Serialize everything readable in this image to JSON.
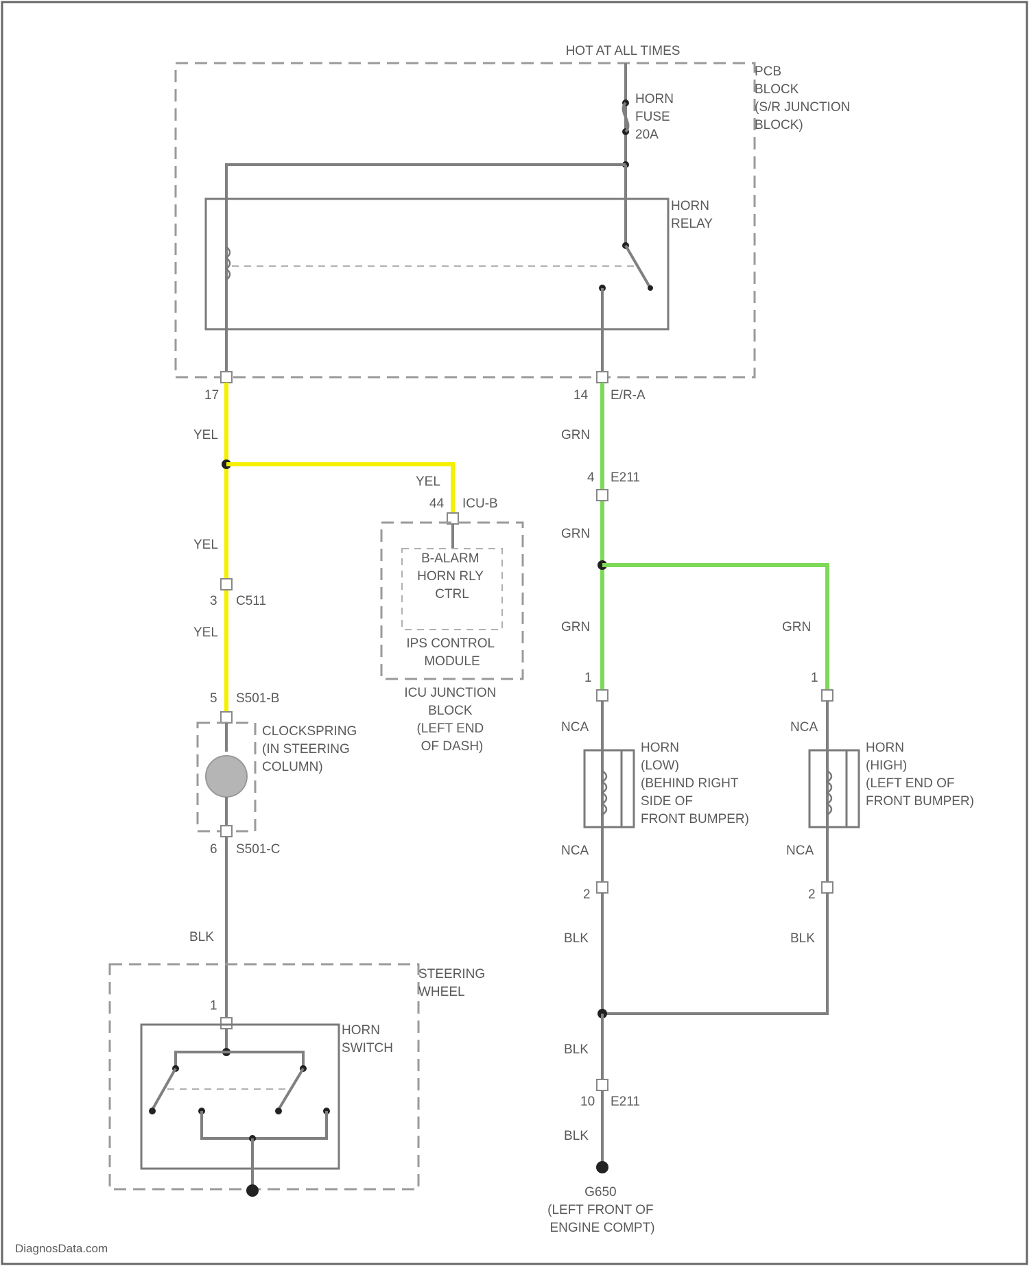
{
  "title": "HOT AT ALL TIMES",
  "pcb_block": {
    "lines": [
      "PCB",
      "BLOCK",
      "(S/R JUNCTION",
      "BLOCK)"
    ]
  },
  "horn_fuse": {
    "lines": [
      "HORN",
      "FUSE",
      "20A"
    ]
  },
  "horn_relay": {
    "lines": [
      "HORN",
      "RELAY"
    ]
  },
  "left_wires": {
    "pin_top": "17",
    "yel1": "YEL",
    "yel2": "YEL",
    "pin_c511": "3",
    "c511": "C511",
    "yel3": "YEL",
    "pin_s501b": "5",
    "s501b": "S501-B",
    "pin_s501c": "6",
    "s501c": "S501-C",
    "blk": "BLK",
    "pin_sw": "1"
  },
  "clockspring": {
    "lines": [
      "CLOCKSPRING",
      "(IN STEERING",
      "COLUMN)"
    ]
  },
  "icu": {
    "yel": "YEL",
    "pin": "44",
    "connector": "ICU-B",
    "inner_lines": [
      "B-ALARM",
      "HORN RLY",
      "CTRL"
    ],
    "module_lines": [
      "IPS CONTROL",
      "MODULE"
    ],
    "block_lines": [
      "ICU JUNCTION",
      "BLOCK",
      "(LEFT END",
      "OF DASH)"
    ]
  },
  "steering_wheel": {
    "lines": [
      "STEERING",
      "WHEEL"
    ]
  },
  "horn_switch": {
    "lines": [
      "HORN",
      "SWITCH"
    ]
  },
  "right_wires": {
    "pin_top": "14",
    "connector_top": "E/R-A",
    "grn1": "GRN",
    "pin_e211": "4",
    "e211": "E211",
    "grn2": "GRN",
    "grn3": "GRN",
    "grn4": "GRN",
    "pin_low1": "1",
    "pin_high1": "1",
    "nca1": "NCA",
    "nca2": "NCA",
    "nca3": "NCA",
    "nca4": "NCA",
    "pin_low2": "2",
    "pin_high2": "2",
    "blk1": "BLK",
    "blk2": "BLK",
    "blk3": "BLK",
    "pin_e211b": "10",
    "e211b": "E211",
    "blk4": "BLK"
  },
  "horn_low": {
    "lines": [
      "HORN",
      "(LOW)",
      "(BEHIND RIGHT",
      "SIDE OF",
      "FRONT BUMPER)"
    ]
  },
  "horn_high": {
    "lines": [
      "HORN",
      "(HIGH)",
      "(LEFT END OF",
      "FRONT BUMPER)"
    ]
  },
  "ground": {
    "lines": [
      "G650",
      "(LEFT FRONT OF",
      "ENGINE COMPT)"
    ]
  },
  "watermark": "DiagnosData.com",
  "colors": {
    "yel_wire": "#f4f000",
    "grn_wire": "#7ed957",
    "line": "#808080"
  }
}
